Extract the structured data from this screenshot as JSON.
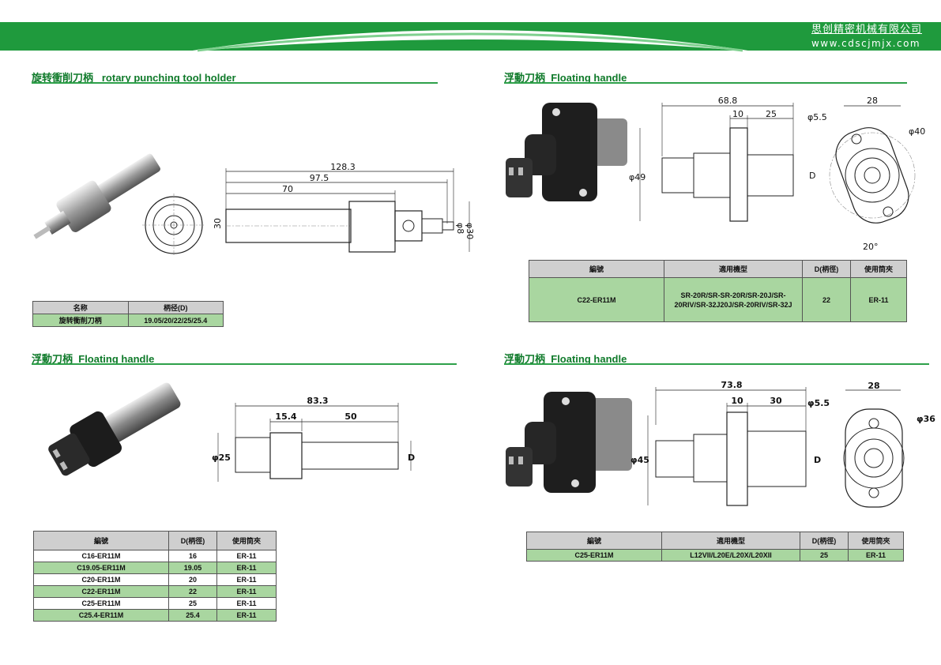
{
  "header": {
    "company_cn": "思创精密机械有限公司",
    "url": "www.cdscjmjx.com",
    "band_color": "#1f9a3d"
  },
  "sections": {
    "s1": {
      "title_cn": "旋转衝削刀柄",
      "title_en": "rotary punching tool holder",
      "dims": {
        "total": "128.3",
        "mid": "97.5",
        "short": "70",
        "d_left": "30",
        "d_right": "φ30",
        "d_small": "φ8"
      },
      "table": {
        "headers": [
          "名称",
          "柄径(D)"
        ],
        "rows": [
          [
            "旋转衝削刀柄",
            "19.05/20/22/25/25.4"
          ]
        ]
      }
    },
    "s2": {
      "title_cn": "浮動刀柄",
      "title_en": "Floating handle",
      "dims": {
        "total": "68.8",
        "a": "10",
        "b": "25",
        "dia": "φ49",
        "D": "D",
        "side_w": "28",
        "hole": "φ5.5",
        "pcd": "φ40",
        "angle": "20°"
      },
      "table": {
        "headers": [
          "編號",
          "適用機型",
          "D(柄徑)",
          "使用筒夾"
        ],
        "rows": [
          [
            "C22-ER11M",
            "SR-20R/SR-SR-20R/SR-20J/SR-20RIV/SR-32J20J/SR-20RIV/SR-32J",
            "22",
            "ER-11"
          ]
        ]
      }
    },
    "s3": {
      "title_cn": "浮動刀柄",
      "title_en": "Floating handle",
      "dims": {
        "total": "83.3",
        "a": "15.4",
        "b": "50",
        "dia": "φ25",
        "D": "D"
      },
      "table": {
        "headers": [
          "編號",
          "D(柄徑)",
          "使用筒夾"
        ],
        "rows": [
          [
            "C16-ER11M",
            "16",
            "ER-11"
          ],
          [
            "C19.05-ER11M",
            "19.05",
            "ER-11"
          ],
          [
            "C20-ER11M",
            "20",
            "ER-11"
          ],
          [
            "C22-ER11M",
            "22",
            "ER-11"
          ],
          [
            "C25-ER11M",
            "25",
            "ER-11"
          ],
          [
            "C25.4-ER11M",
            "25.4",
            "ER-11"
          ]
        ]
      }
    },
    "s4": {
      "title_cn": "浮動刀柄",
      "title_en": "Floating handle",
      "dims": {
        "total": "73.8",
        "a": "10",
        "b": "30",
        "dia": "φ45",
        "D": "D",
        "side_w": "28",
        "hole": "φ5.5",
        "pcd": "φ36"
      },
      "table": {
        "headers": [
          "編號",
          "適用機型",
          "D(柄徑)",
          "使用筒夾"
        ],
        "rows": [
          [
            "C25-ER11M",
            "L12VII/L20E/L20X/L20XII",
            "25",
            "ER-11"
          ]
        ]
      }
    }
  }
}
